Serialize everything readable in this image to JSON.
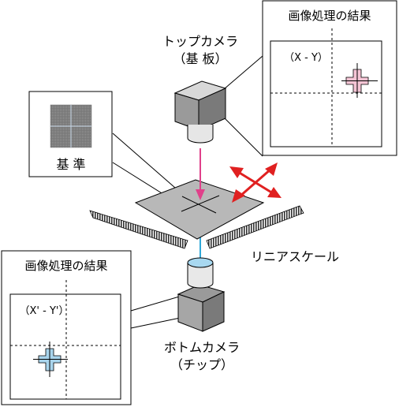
{
  "labels": {
    "top_camera_line1": "トップカメラ",
    "top_camera_line2": "（基 板）",
    "bottom_camera_line1": "ボトムカメラ",
    "bottom_camera_line2": "（チップ）",
    "reference": "基 準",
    "linear_scale": "リニアスケール"
  },
  "top_result": {
    "title": "画像処理の結果",
    "coord": "（X - Y）"
  },
  "bottom_result": {
    "title": "画像処理の結果",
    "coord": "（X' - Y'）"
  },
  "colors": {
    "pink_arrow": "#e0408a",
    "red_arrow": "#e02020",
    "cyan_beam": "#30a8d8",
    "pink_mark": "#f4c4d4",
    "blue_mark": "#a8d4ec",
    "camera_body": "#a6a6a6",
    "substrate": "#b8b8b8"
  },
  "icons": {
    "movement": "four-way-arrow-icon",
    "alignment_mark": "cross-mark-icon"
  }
}
